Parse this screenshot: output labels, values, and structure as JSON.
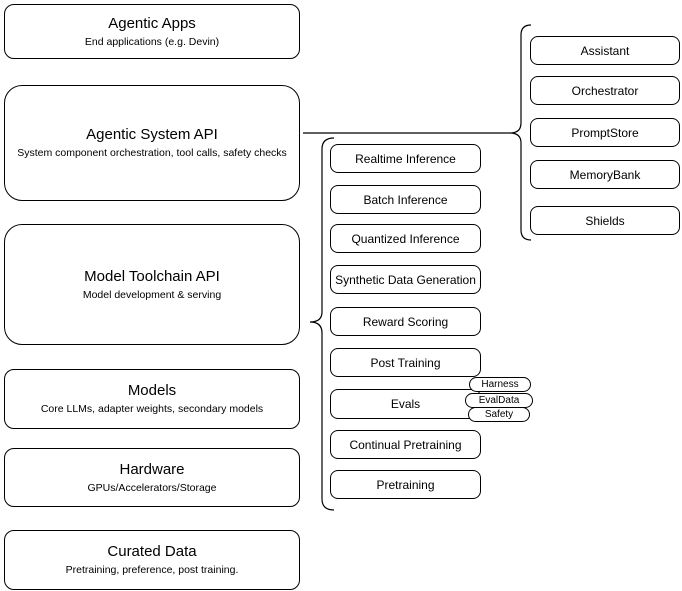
{
  "diagram": {
    "colors": {
      "stroke": "#000000",
      "fill": "#ffffff",
      "text": "#000000"
    },
    "left_column": {
      "nodes": [
        {
          "title": "Agentic Apps",
          "subtitle": "End applications (e.g. Devin)"
        },
        {
          "title": "Agentic System API",
          "subtitle": "System component orchestration, tool calls, safety checks"
        },
        {
          "title": "Model Toolchain API",
          "subtitle": "Model development & serving"
        },
        {
          "title": "Models",
          "subtitle": "Core LLMs, adapter weights, secondary models"
        },
        {
          "title": "Hardware",
          "subtitle": "GPUs/Accelerators/Storage"
        },
        {
          "title": "Curated Data",
          "subtitle": "Pretraining, preference, post training."
        }
      ]
    },
    "toolchain_group": {
      "nodes": [
        {
          "label": "Realtime Inference"
        },
        {
          "label": "Batch Inference"
        },
        {
          "label": "Quantized Inference"
        },
        {
          "label": "Synthetic Data Generation"
        },
        {
          "label": "Reward Scoring"
        },
        {
          "label": "Post Training"
        },
        {
          "label": "Evals"
        },
        {
          "label": "Continual Pretraining"
        },
        {
          "label": "Pretraining"
        }
      ],
      "evals_tags": [
        {
          "label": "Harness"
        },
        {
          "label": "EvalData"
        },
        {
          "label": "Safety"
        }
      ]
    },
    "system_group": {
      "nodes": [
        {
          "label": "Assistant"
        },
        {
          "label": "Orchestrator"
        },
        {
          "label": "PromptStore"
        },
        {
          "label": "MemoryBank"
        },
        {
          "label": "Shields"
        }
      ]
    }
  }
}
